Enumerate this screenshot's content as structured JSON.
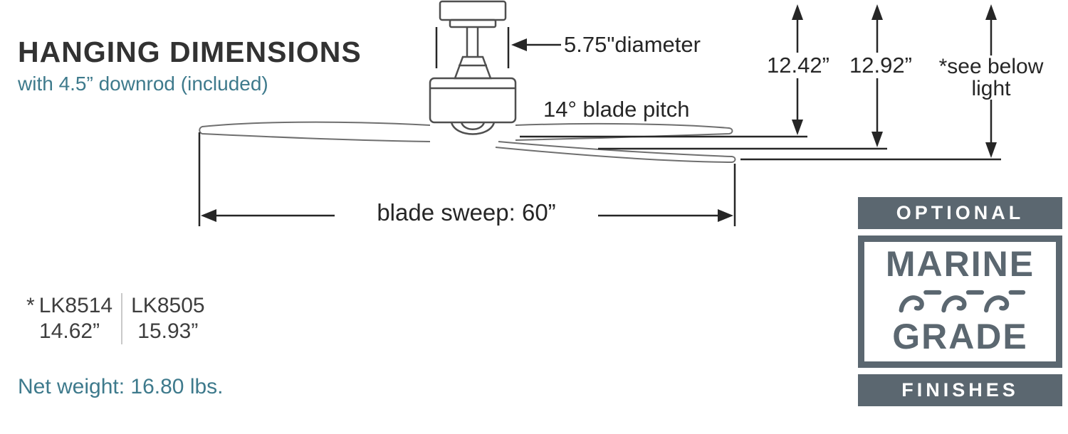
{
  "header": {
    "title": "HANGING DIMENSIONS",
    "subtitle": "with 4.5” downrod (included)"
  },
  "diagram": {
    "diameter_label": "5.75\"diameter",
    "blade_pitch_label": "14° blade pitch",
    "blade_sweep_label": "blade sweep: 60”",
    "height_dim_1": "12.42”",
    "height_dim_2": "12.92”",
    "height_dim_3_line1": "*see below",
    "height_dim_3_line2": "light"
  },
  "specs": {
    "footnote_marker": "*",
    "models": [
      "LK8514",
      "LK8505"
    ],
    "heights": [
      "14.62”",
      "15.93”"
    ],
    "net_weight": "Net weight: 16.80 lbs."
  },
  "badge": {
    "top_label": "OPTIONAL",
    "word1": "MARINE",
    "word2": "GRADE",
    "bottom_label": "FINISHES",
    "icon": "wave-icon"
  },
  "colors": {
    "accent_teal": "#3e7a8c",
    "badge_slate": "#5b6770",
    "ink": "#323232",
    "line": "#262626"
  }
}
